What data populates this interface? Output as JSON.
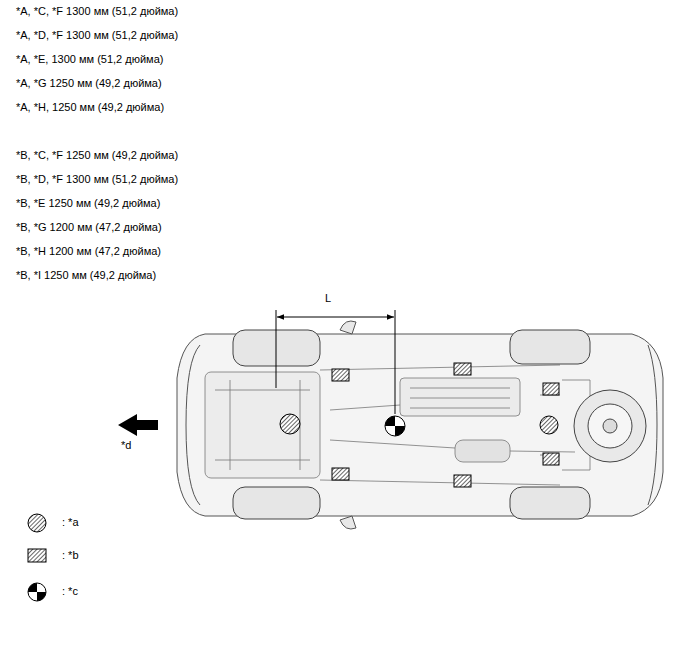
{
  "diagram": {
    "labels": [
      "*A, *C, *F 1300 мм (51,2 дюйма)",
      "*A, *D, *F 1300 мм (51,2 дюйма)",
      "*A, *E, 1300 мм (51,2 дюйма)",
      "*A, *G 1250 мм (49,2 дюйма)",
      "*A, *H, 1250 мм (49,2 дюйма)",
      "*B, *C, *F 1250 мм (49,2 дюйма)",
      "*B, *D, *F 1300 мм (51,2 дюйма)",
      "*B, *E 1250 мм (49,2 дюйма)",
      "*B, *G 1200 мм (47,2 дюйма)",
      "*B, *H 1200 мм (47,2 дюйма)",
      "*B, *I 1250 мм (49,2 дюйма)",
      "L",
      "*d"
    ],
    "legend": [
      {
        "text": ": *a"
      },
      {
        "text": ": *b"
      },
      {
        "text": ": *c"
      }
    ]
  }
}
